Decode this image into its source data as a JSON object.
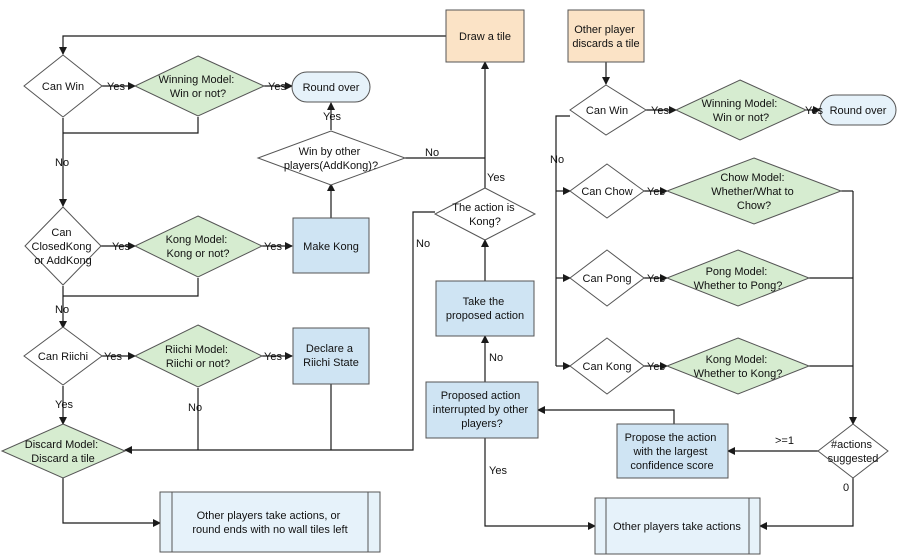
{
  "nodes": {
    "draw_tile": [
      "Draw a tile"
    ],
    "other_discards": [
      "Other player",
      "discards a tile"
    ],
    "can_win_left": [
      "Can Win"
    ],
    "winning_model_left": [
      "Winning Model:",
      "Win or not?"
    ],
    "round_over_left": [
      "Round over"
    ],
    "win_by_other": [
      "Win by other",
      "players(AddKong)?"
    ],
    "can_closedkong": [
      "Can",
      "ClosedKong",
      "or AddKong"
    ],
    "kong_model_left": [
      "Kong Model:",
      "Kong or not?"
    ],
    "make_kong": [
      "Make Kong"
    ],
    "action_is_kong": [
      "The action is",
      "Kong?"
    ],
    "can_riichi": [
      "Can Riichi"
    ],
    "riichi_model": [
      "Riichi Model:",
      "Riichi or not?"
    ],
    "declare_riichi": [
      "Declare a",
      "Riichi State"
    ],
    "take_proposed": [
      "Take the",
      "proposed action"
    ],
    "proposed_interrupted": [
      "Proposed action",
      "interrupted by other",
      "players?"
    ],
    "discard_model": [
      "Discard Model:",
      "Discard a tile"
    ],
    "other_players_or_round_ends": [
      "Other players take actions, or",
      "round ends with no wall tiles left"
    ],
    "can_win_right": [
      "Can Win"
    ],
    "winning_model_right": [
      "Winning Model:",
      "Win or not?"
    ],
    "round_over_right": [
      "Round over"
    ],
    "can_chow": [
      "Can Chow"
    ],
    "chow_model": [
      "Chow Model:",
      "Whether/What to",
      "Chow?"
    ],
    "can_pong": [
      "Can Pong"
    ],
    "pong_model": [
      "Pong Model:",
      "Whether to Pong?"
    ],
    "can_kong_right": [
      "Can Kong"
    ],
    "kong_model_right": [
      "Kong Model:",
      "Whether to Kong?"
    ],
    "num_actions": [
      "#actions",
      "suggested"
    ],
    "propose_action": [
      "Propose the action",
      "with the largest",
      "confidence score"
    ],
    "other_players_take": [
      "Other players take actions"
    ]
  },
  "edge_labels": {
    "yes_1": "Yes",
    "yes_2": "Yes",
    "yes_3": "Yes",
    "no_1": "No",
    "yes_4": "Yes",
    "yes_5": "Yes",
    "no_2": "No",
    "yes_6": "Yes",
    "yes_7": "Yes",
    "yes_8": "Yes",
    "no_3": "No",
    "no_4": "No",
    "yes_9": "Yes",
    "no_5": "No",
    "yes_10": "Yes",
    "yes_11": "Yes",
    "yes_12": "Yes",
    "no_6": "No",
    "yes_13": "Yes",
    "yes_14": "Yes",
    "yes_15": "Yes",
    "no_7": "No",
    "ge1": ">=1",
    "zero": "0"
  }
}
